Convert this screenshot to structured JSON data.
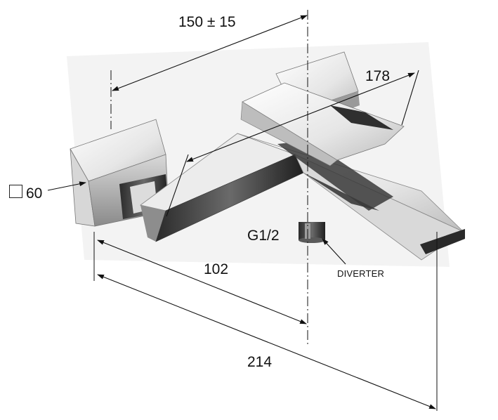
{
  "dimensions": {
    "top_spacing": "150 ± 15",
    "handle_length": "178",
    "body_square_size": "60",
    "wall_to_center": "102",
    "overall_depth": "214"
  },
  "labels": {
    "inlet_thread": "G1/2",
    "diverter": "DIVERTER"
  },
  "colors": {
    "line": "#111111",
    "chrome_light": "#f2f2f2",
    "chrome_mid": "#b5b5b5",
    "chrome_dark": "#3a3a3a",
    "shadow": "#e9e9e9"
  },
  "icons": {
    "square_symbol": "square-outline-icon"
  }
}
